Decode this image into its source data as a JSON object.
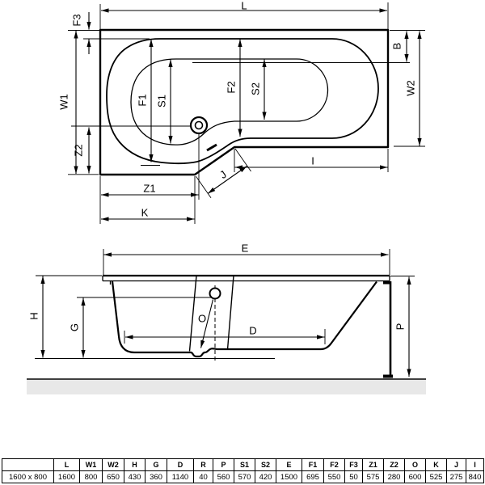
{
  "labels": {
    "top": {
      "l": "L",
      "f3": "F3",
      "w1": "W1",
      "z2": "Z2",
      "z1": "Z1",
      "k": "K",
      "j": "J",
      "i": "I",
      "b": "B",
      "w2": "W2",
      "f1": "F1",
      "s1": "S1",
      "f2": "F2",
      "s2": "S2"
    },
    "side": {
      "e": "E",
      "h": "H",
      "g": "G",
      "o": "O",
      "d": "D",
      "p": "P"
    }
  },
  "table": {
    "corner": "",
    "columns": [
      "L",
      "W1",
      "W2",
      "H",
      "G",
      "D",
      "R",
      "P",
      "S1",
      "S2",
      "E",
      "F1",
      "F2",
      "F3",
      "Z1",
      "Z2",
      "O",
      "K",
      "J",
      "I"
    ],
    "rows": [
      {
        "label": "1600 x 800",
        "values": [
          "1600",
          "800",
          "650",
          "430",
          "360",
          "1140",
          "40",
          "560",
          "570",
          "420",
          "1500",
          "695",
          "550",
          "50",
          "575",
          "280",
          "600",
          "525",
          "275",
          "840"
        ]
      }
    ]
  },
  "colors": {
    "line": "#000000",
    "background": "#ffffff",
    "ground_shadow": "#e8e8e8"
  }
}
